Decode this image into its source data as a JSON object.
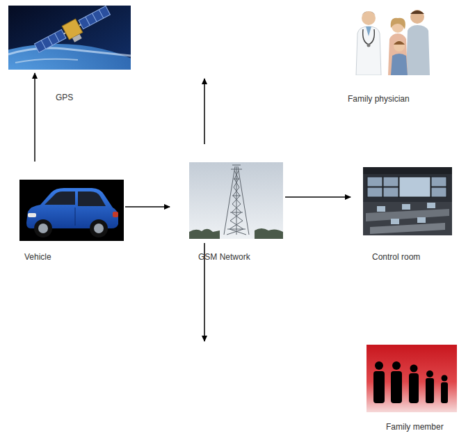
{
  "diagram": {
    "nodes": [
      {
        "text": [
          "GPS"
        ]
      },
      {
        "text": [
          "Family physician"
        ]
      },
      {
        "text": [
          "Vehicle"
        ]
      },
      {
        "text": [
          "GSM Network"
        ]
      },
      {
        "text": [
          "Control room"
        ]
      },
      {
        "text": [
          "Family member"
        ]
      }
    ],
    "edges": [
      {
        "from": 2,
        "to": 0,
        "arrow": "to"
      },
      {
        "from": 2,
        "to": 3,
        "arrow": "to"
      },
      {
        "from": 3,
        "to": 1,
        "arrow": "to"
      },
      {
        "from": 3,
        "to": 4,
        "arrow": "to"
      },
      {
        "from": 3,
        "to": 5,
        "arrow": "to"
      }
    ]
  }
}
